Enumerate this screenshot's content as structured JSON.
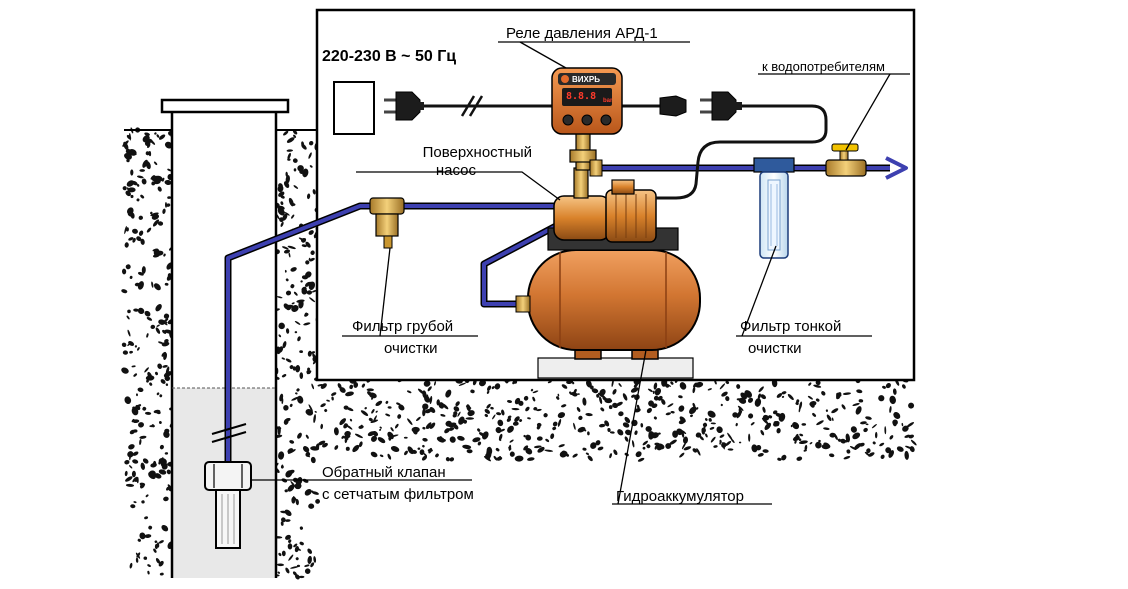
{
  "labels": {
    "power": "220-230 В ~ 50 Гц",
    "relay": "Реле давления АРД-1",
    "consumers": "к водопотребителям",
    "pump_line1": "Поверхностный",
    "pump_line2": "насос",
    "coarse_line1": "Фильтр грубой",
    "coarse_line2": "очистки",
    "fine_line1": "Фильтр тонкой",
    "fine_line2": "очистки",
    "valve_line1": "Обратный клапан",
    "valve_line2": "с сетчатым фильтром",
    "accumulator": "Гидроаккумулятор"
  },
  "relay_device": {
    "brand": "ВИХРЬ",
    "display": "8.8.8",
    "unit": "bar"
  },
  "colors": {
    "pipe": "#2c2f8c",
    "pump_body": "#d9822b",
    "tank": "#c8692a",
    "relay_body": "#e07a2c",
    "relay_screen": "#1a1a1a",
    "water": "#e6e6e6",
    "soil": "#111111",
    "cable": "#111111"
  }
}
